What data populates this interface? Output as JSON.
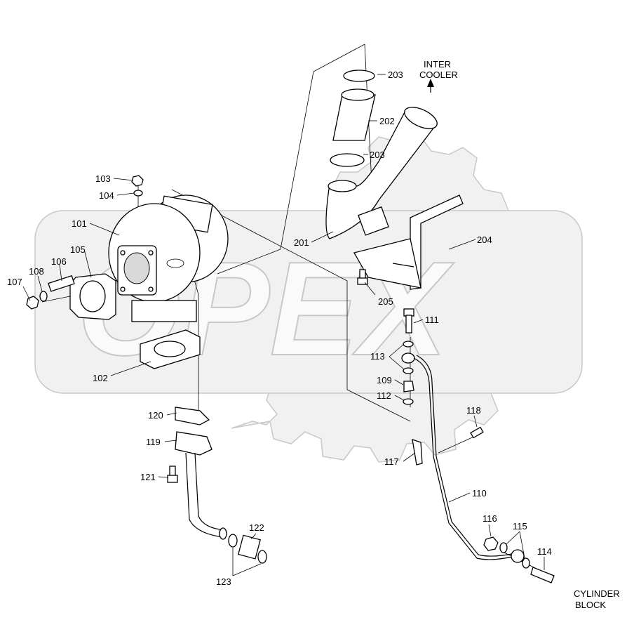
{
  "watermark": {
    "text": "OPEX"
  },
  "labels": {
    "p101": "101",
    "p102": "102",
    "p103": "103",
    "p104": "104",
    "p105": "105",
    "p106": "106",
    "p107": "107",
    "p108": "108",
    "p109": "109",
    "p110": "110",
    "p111": "111",
    "p112": "112",
    "p113": "113",
    "p114": "114",
    "p115": "115",
    "p116": "116",
    "p117": "117",
    "p118": "118",
    "p119": "119",
    "p120": "120",
    "p121": "121",
    "p122": "122",
    "p123": "123",
    "p201": "201",
    "p202": "202",
    "p203a": "203",
    "p203b": "203",
    "p204": "204",
    "p205": "205"
  },
  "callouts": {
    "inter_cooler_line1": "INTER",
    "inter_cooler_line2": "COOLER",
    "cylinder_block_line1": "CYLINDER",
    "cylinder_block_line2": "BLOCK"
  }
}
